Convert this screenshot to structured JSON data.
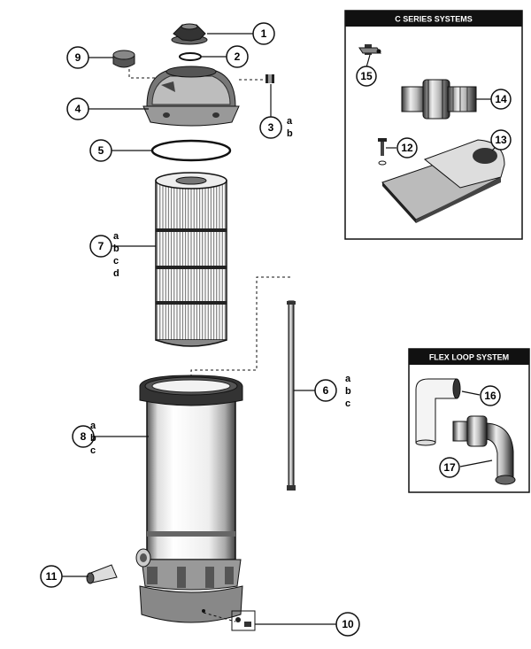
{
  "panels": {
    "c_series": {
      "title": "C SERIES SYSTEMS"
    },
    "flex_loop": {
      "title": "FLEX LOOP SYSTEM"
    }
  },
  "callouts": {
    "c1": "1",
    "c2": "2",
    "c3": "3",
    "c4": "4",
    "c5": "5",
    "c6": "6",
    "c7": "7",
    "c8": "8",
    "c9": "9",
    "c10": "10",
    "c11": "11",
    "c12": "12",
    "c13": "13",
    "c14": "14",
    "c15": "15",
    "c16": "16",
    "c17": "17"
  },
  "variants": {
    "v3": [
      "a",
      "b"
    ],
    "v6": [
      "a",
      "b",
      "c"
    ],
    "v7": [
      "a",
      "b",
      "c",
      "d"
    ],
    "v8": [
      "a",
      "b",
      "c"
    ]
  },
  "colors": {
    "ink": "#111111",
    "paper": "#ffffff",
    "gray": "#9a9a9a"
  }
}
